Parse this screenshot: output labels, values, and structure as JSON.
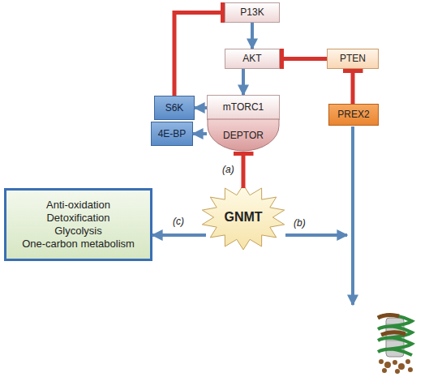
{
  "diagram": {
    "nodes": [
      {
        "text": [
          "P13K"
        ]
      },
      {
        "text": [
          "AKT"
        ]
      },
      {
        "text": [
          "PTEN"
        ]
      },
      {
        "text": [
          "S6K"
        ]
      },
      {
        "text": [
          "mTORC1"
        ]
      },
      {
        "text": [
          "4E-BP"
        ]
      },
      {
        "text": [
          "DEPTOR"
        ]
      },
      {
        "text": [
          "PREX2"
        ]
      },
      {
        "text": [
          "GNMT"
        ]
      },
      {
        "text": [
          "Anti-oxidation",
          "Detoxification",
          "Glycolysis",
          "One-carbon metabolism"
        ]
      }
    ],
    "edges": [
      {
        "from": 0,
        "to": 1,
        "arrow": "to"
      },
      {
        "from": 1,
        "to": 4,
        "arrow": "to"
      },
      {
        "from": 2,
        "to": 1,
        "arrow": "to"
      },
      {
        "from": 4,
        "to": 3,
        "arrow": "to"
      },
      {
        "from": 4,
        "to": 5,
        "arrow": "to"
      },
      {
        "from": 3,
        "to": 0,
        "arrow": "to"
      },
      {
        "from": 7,
        "to": 2,
        "arrow": "to"
      },
      {
        "from": 8,
        "to": 6,
        "label": "(a)",
        "arrow": "to"
      },
      {
        "from": 8,
        "to": 9,
        "label": "(c)",
        "arrow": "to"
      }
    ],
    "labels": [
      "(b)"
    ]
  }
}
